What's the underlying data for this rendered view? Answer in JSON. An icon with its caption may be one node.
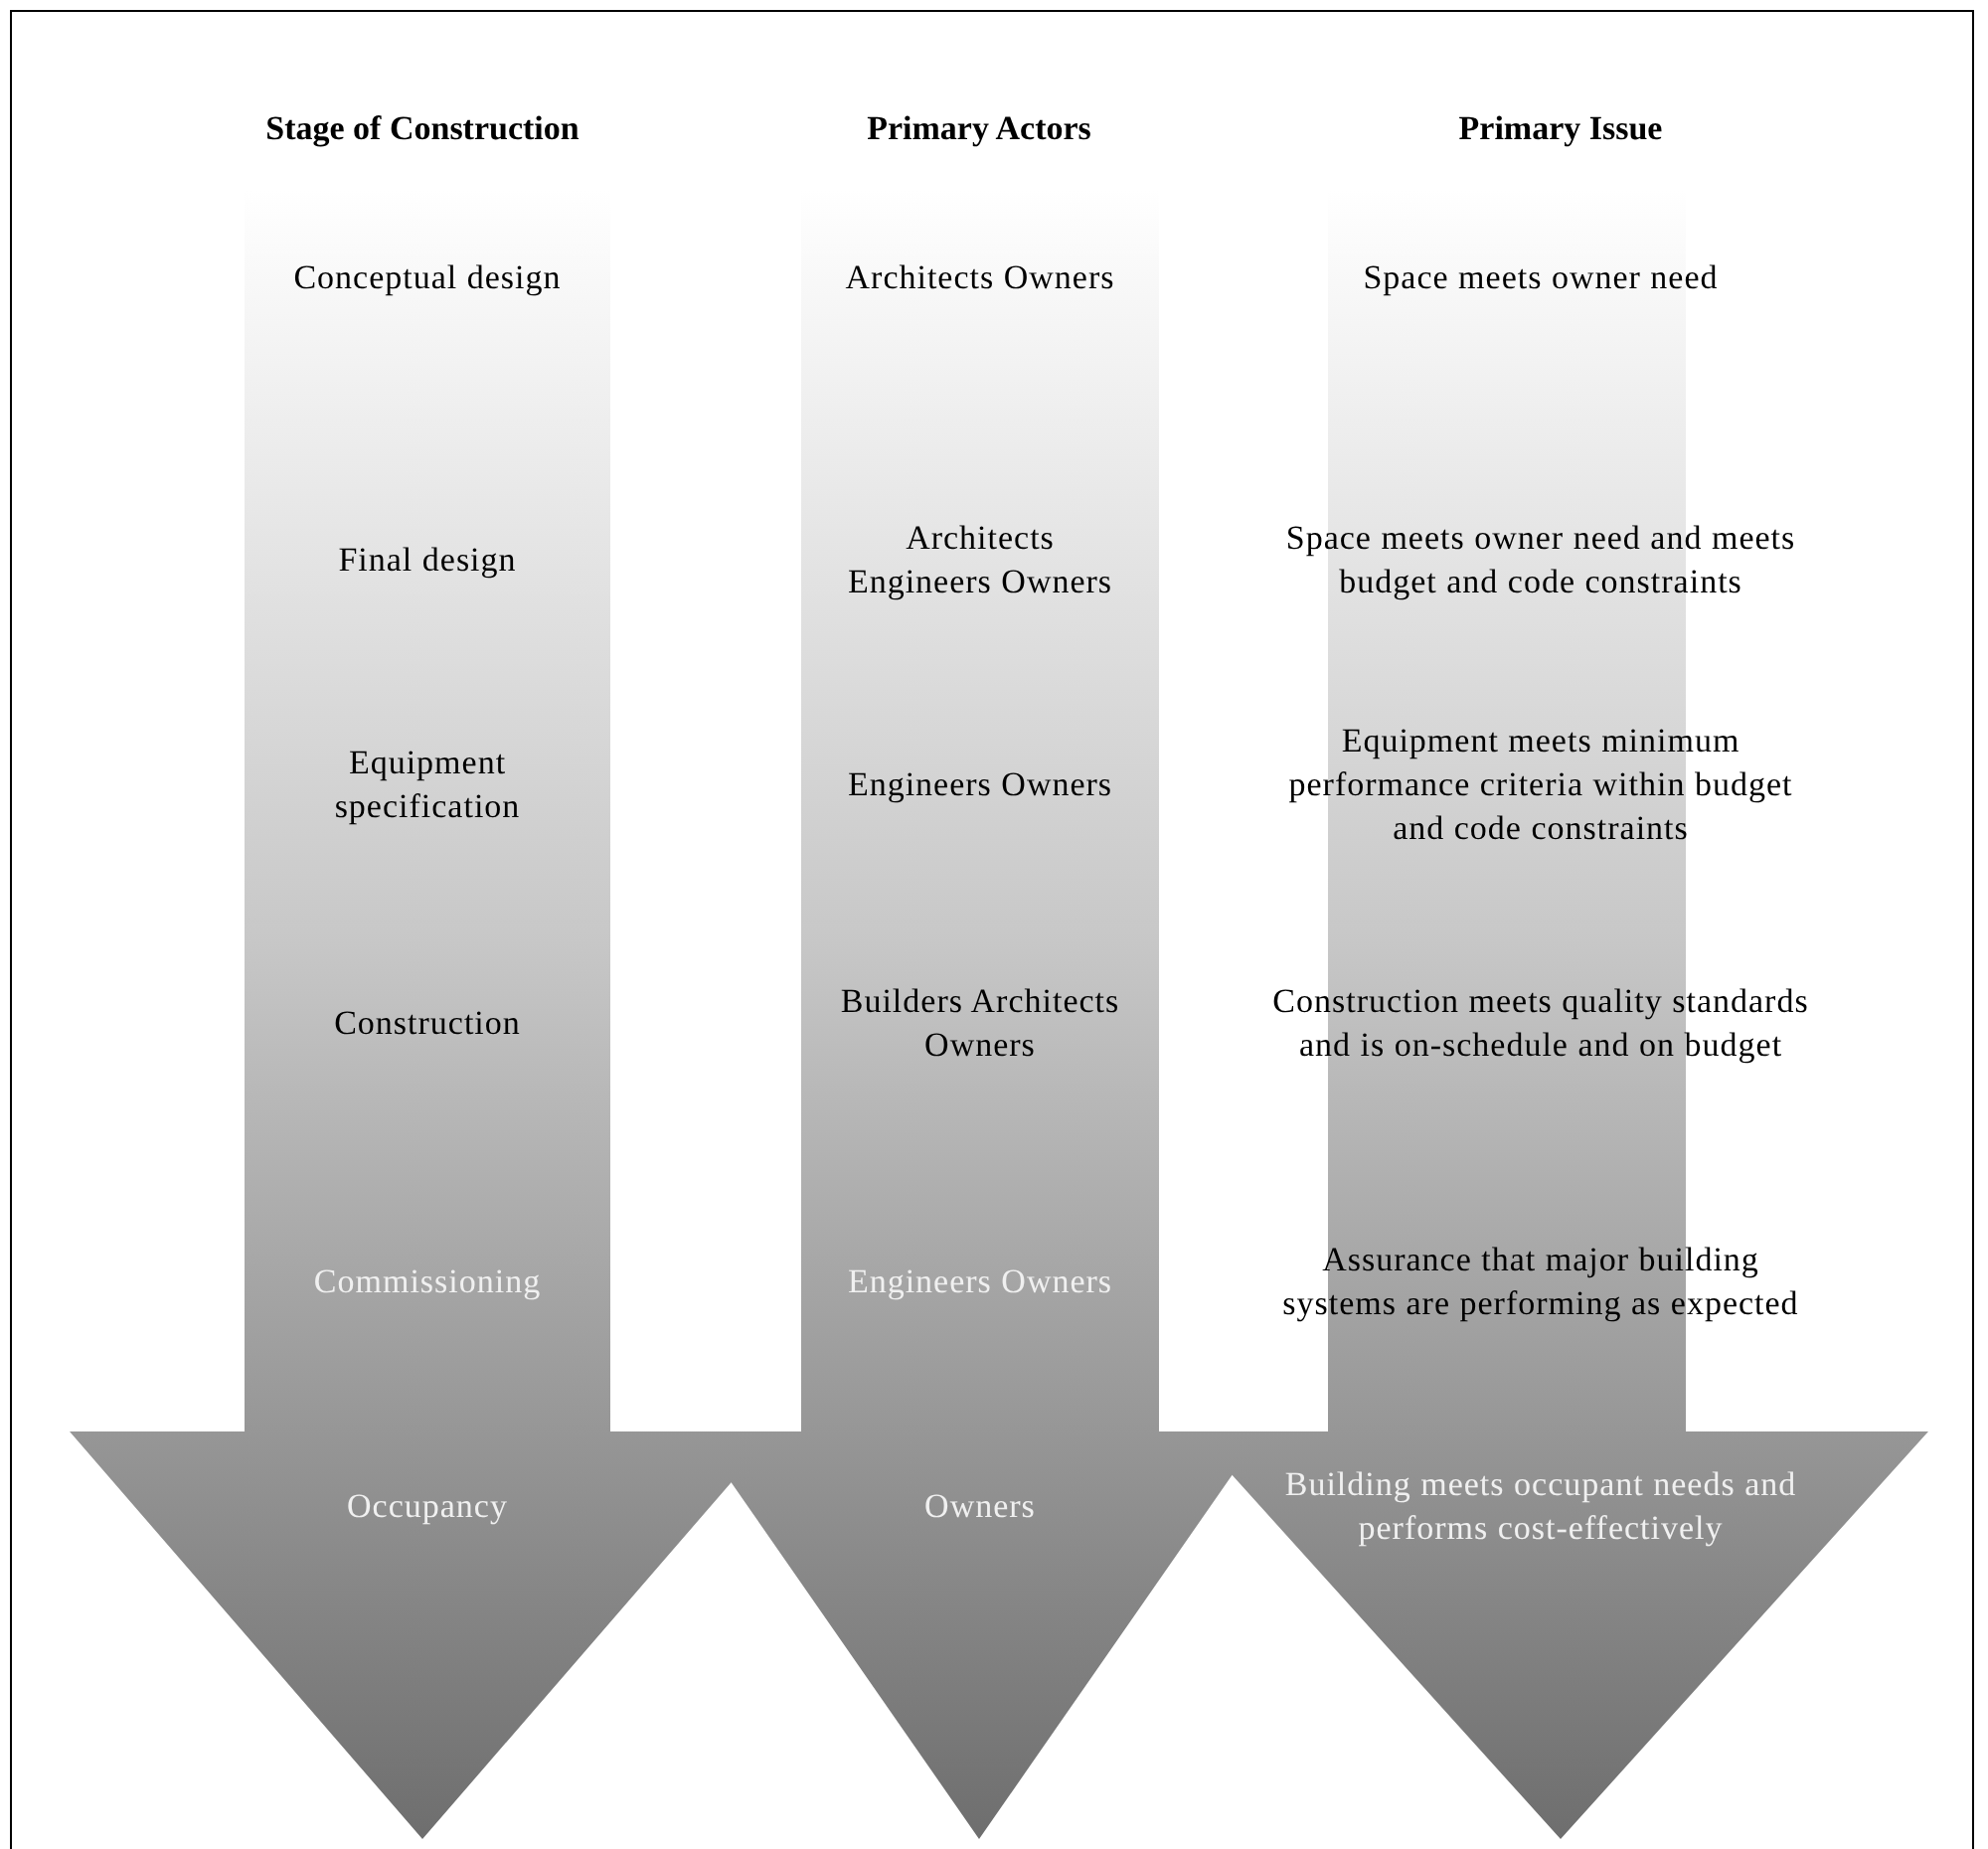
{
  "diagram": {
    "nodes": [
      {
        "text": [
          "Stage of Construction",
          "Conceptual design",
          "Final design",
          "Equipment specification",
          "Construction",
          "Commissioning",
          "Occupancy"
        ]
      },
      {
        "text": [
          "Primary Actors",
          "Architects Owners",
          "Architects Engineers Owners",
          "Engineers Owners",
          "Builders Architects Owners",
          "Engineers Owners",
          "Owners"
        ]
      },
      {
        "text": [
          "Primary Issue",
          "Space meets owner need",
          "Space meets owner need and meets budget and code constraints",
          "Equipment meets minimum performance criteria within budget and code constraints",
          "Construction meets quality standards and is on-schedule and on budget",
          "Assurance that major building systems are performing as expected",
          "Building meets occupant needs and performs cost-effectively"
        ]
      }
    ]
  }
}
